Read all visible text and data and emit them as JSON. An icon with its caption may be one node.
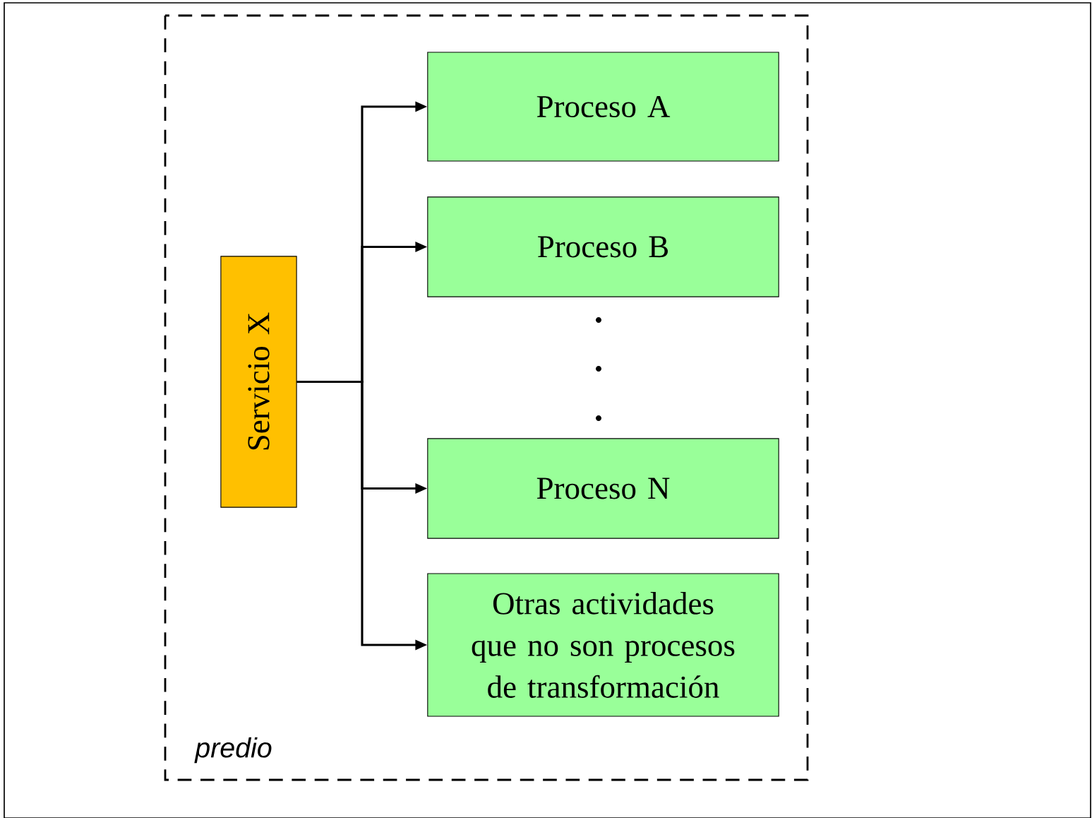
{
  "diagram": {
    "nodes": [
      {
        "text": [
          "predio"
        ]
      },
      {
        "text": [
          "Servicio X"
        ],
        "in": 0
      },
      {
        "text": [
          "Proceso A"
        ],
        "in": 0
      },
      {
        "text": [
          "Proceso B"
        ],
        "in": 0
      },
      {
        "text": [
          "Proceso N"
        ],
        "in": 0
      },
      {
        "text": [
          "Otras actividades que no son procesos de transformación"
        ],
        "in": 0
      }
    ],
    "edges": [
      {
        "from": 1,
        "to": 2,
        "arrow": "to"
      },
      {
        "from": 1,
        "to": 3,
        "arrow": "to"
      },
      {
        "from": 1,
        "to": 4,
        "arrow": "to"
      },
      {
        "from": 1,
        "to": 5,
        "arrow": "to"
      }
    ]
  }
}
